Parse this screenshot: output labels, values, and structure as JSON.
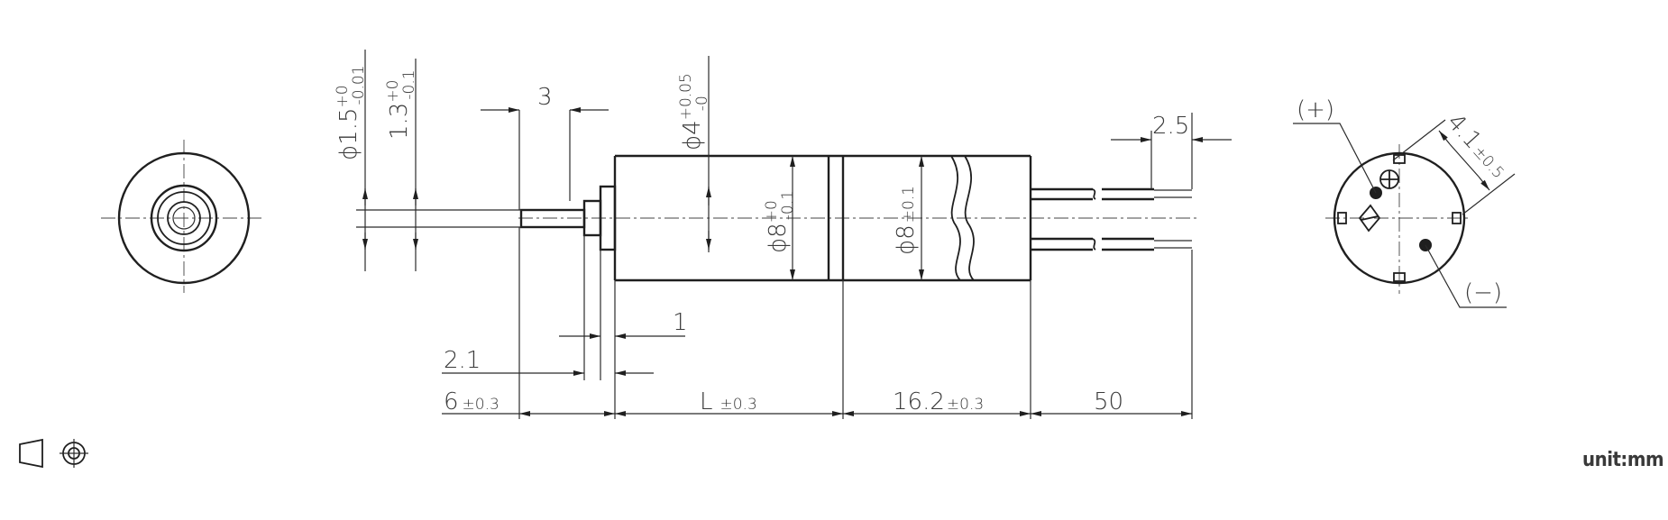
{
  "dims": {
    "shaft_dia": "ϕ1.5",
    "shaft_dia_tol_upper": "+0",
    "shaft_dia_tol_lower": "-0.01",
    "shaft_len": "1.3",
    "shaft_len_tol_upper": "+0",
    "shaft_len_tol_lower": "-0.1",
    "boss_length": "3",
    "boss_dia": "ϕ4",
    "boss_dia_tol_upper": "+0.05",
    "boss_dia_tol_lower": "-0",
    "body_dia_1": "ϕ8",
    "body_dia_1_tol_upper": "+0",
    "body_dia_1_tol_lower": "-0.1",
    "body_dia_2": "ϕ8",
    "body_dia_2_tol": "±0.1",
    "lead_spacing": "2.5",
    "flange": "1",
    "shaft_offset": "2.1",
    "shaft_total": "6",
    "shaft_total_tol": "±0.3",
    "body_length": "L",
    "body_length_tol": "±0.3",
    "tail_length": "16.2",
    "tail_length_tol": "±0.3",
    "lead_length": "50",
    "terminal_pitch": "4.1",
    "terminal_pitch_tol": "±0.5",
    "plus_label": "(+)",
    "minus_label": "(−)"
  },
  "unit_label": "unit:mm",
  "projection_symbol": "first-angle-projection-icon"
}
